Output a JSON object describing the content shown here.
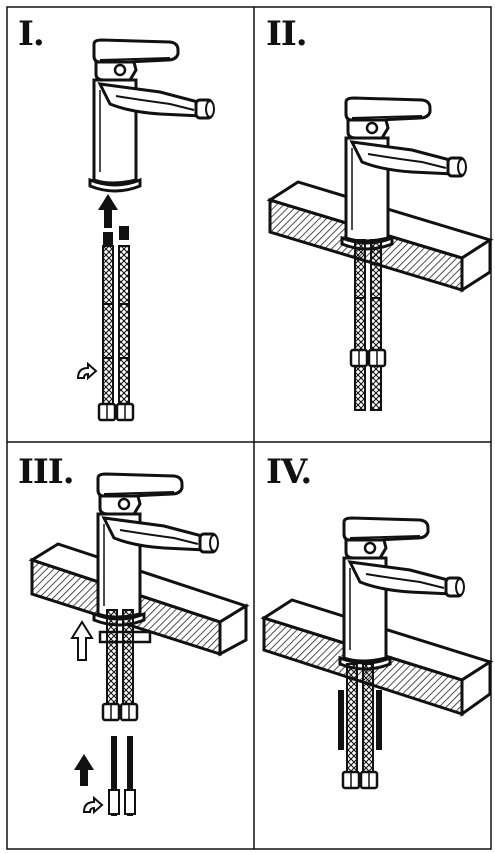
{
  "steps": [
    {
      "label": "I."
    },
    {
      "label": "II."
    },
    {
      "label": "III."
    },
    {
      "label": "IV."
    }
  ],
  "colors": {
    "ink": "#111111",
    "paper": "#ffffff",
    "hatch": "#222222"
  }
}
